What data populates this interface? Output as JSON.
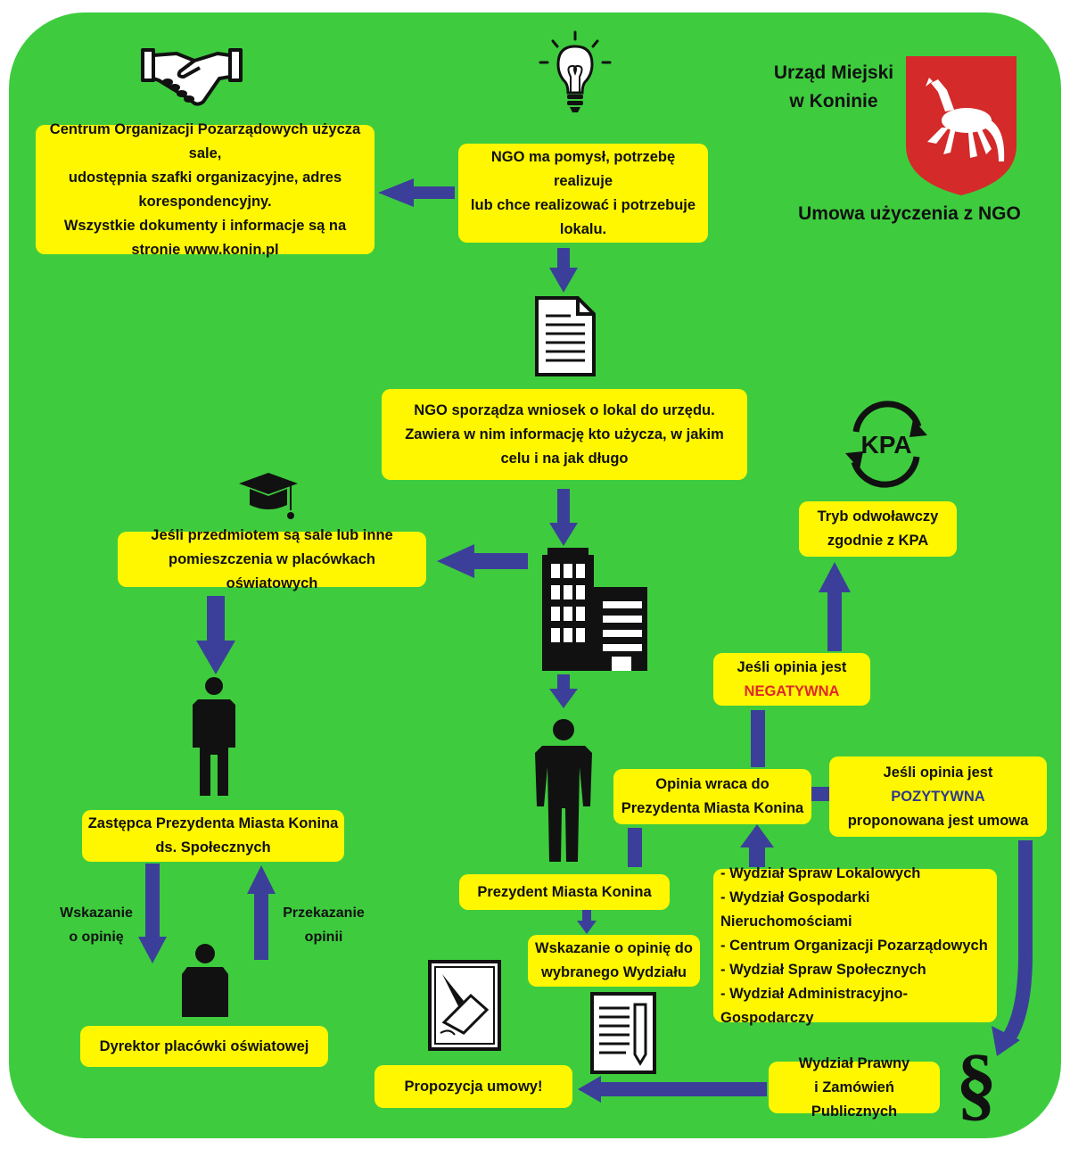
{
  "header": {
    "office_line1": "Urząd Miejski",
    "office_line2": "w Koninie",
    "subtitle": "Umowa użyczenia z NGO"
  },
  "nodes": {
    "cop_info": [
      "Centrum Organizacji Pozarządowych użycza sale,",
      "udostępnia szafki organizacyjne, adres",
      "korespondencyjny.",
      "Wszystkie dokumenty i informacje  są na",
      "stronie www.konin.pl"
    ],
    "ngo_idea": [
      "NGO ma pomysł, potrzebę realizuje",
      "lub chce realizować i potrzebuje",
      "lokalu."
    ],
    "application": [
      "NGO sporządza wniosek o lokal do urzędu.",
      "Zawiera w nim informację kto użycza, w jakim",
      "celu i na jak długo"
    ],
    "school_rooms": [
      "Jeśli przedmiotem są sale lub inne",
      "pomieszczenia  w placówkach oświatowych"
    ],
    "deputy_president": [
      "Zastępca Prezydenta Miasta Konina",
      "ds. Społecznych"
    ],
    "school_director": "Dyrektor placówki oświatowej",
    "president": "Prezydent Miasta Konina",
    "opinion_request": [
      "Wskazanie o opinię do",
      "wybranego Wydziału"
    ],
    "opinion_returns": [
      "Opinia wraca do",
      "Prezydenta Miasta Konina"
    ],
    "negative": {
      "line1": "Jeśli opinia jest",
      "word": "NEGATYWNA"
    },
    "positive": {
      "line1": "Jeśli opinia jest",
      "word": "POZYTYWNA",
      "line3": "proponowana jest umowa"
    },
    "appeal": [
      "Tryb odwoławczy",
      "zgodnie z KPA"
    ],
    "departments": [
      "- Wydział Spraw Lokalowych",
      "- Wydział Gospodarki Nieruchomościami",
      "- Centrum Organizacji Pozarządowych",
      "- Wydział Spraw Społecznych",
      "- Wydział Administracyjno-Gospodarczy"
    ],
    "legal_dept": [
      "Wydział Prawny",
      "i Zamówień Publicznych"
    ],
    "contract_proposal": "Propozycja umowy!"
  },
  "labels": {
    "ask_opinion": [
      "Wskazanie",
      "o opinię"
    ],
    "pass_opinion": [
      "Przekazanie",
      "opinii"
    ],
    "kpa": "KPA",
    "paragraph": "§"
  },
  "icons": [
    "handshake-icon",
    "lightbulb-icon",
    "coat-of-arms-icon",
    "document-icon",
    "graduation-cap-icon",
    "office-building-icon",
    "person-icon",
    "kpa-cycle-icon",
    "signing-icon",
    "notepad-pencil-icon",
    "paragraph-icon"
  ],
  "colors": {
    "background": "#3ecc3e",
    "box": "#fff700",
    "arrow": "#3b3f9a",
    "negative": "#e0282a",
    "positive": "#2e3a8c",
    "shield": "#d42a2a"
  }
}
